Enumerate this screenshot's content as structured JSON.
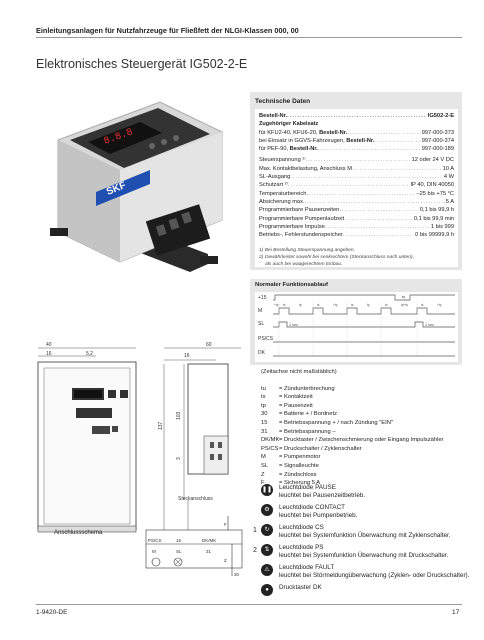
{
  "header": {
    "text": "Einleitungsanlagen für Nutzfahrzeuge für Fließfett der NLGI-Klassen 000, 00"
  },
  "title": "Elektronisches Steuergerät IG502-2-E",
  "photo": {
    "display": "8.8.8",
    "brand": "SKF"
  },
  "tech": {
    "heading": "Technische Daten",
    "order_label": "Bestell-Nr.",
    "order_value": "IG502-2-E",
    "cable_heading": "Zugehöriger Kabelsatz",
    "cables": [
      {
        "label": "für KFU2-40, KFU6-20, ",
        "bold": "Bestell-Nr.",
        "value": "997-000-373"
      },
      {
        "label": "bei Einsatz in GGVS-Fahrzeugen, ",
        "bold": "Bestell-Nr.",
        "value": "997-000-374"
      },
      {
        "label": "für PEF-90, ",
        "bold": "Bestell-Nr.",
        "value": "997-000-189"
      }
    ],
    "specs": [
      {
        "k": "Steuerspannung ¹⁾",
        "v": "12 oder 24 V DC"
      },
      {
        "k": "Max. Kontaktbelastung, Anschluss M",
        "v": "10 A"
      },
      {
        "k": "SL-Ausgang",
        "v": "4 W"
      },
      {
        "k": "Schutzart ²⁾",
        "v": "IP 40, DIN 40050"
      },
      {
        "k": "Temperaturbereich",
        "v": "–25 bis +75 °C"
      },
      {
        "k": "Absicherung max.",
        "v": "5 A"
      },
      {
        "k": "Programmierbare Pausenzeiten",
        "v": "0,1 bis 99,9 h"
      },
      {
        "k": "Programmierbare Pumpenlaufzeit",
        "v": "0,1 bis 99,9 min"
      },
      {
        "k": "Programmierbare Impulse",
        "v": "1 bis 999"
      },
      {
        "k": "Betriebs-, Fehlerstundenspeicher",
        "v": "0 bis 99999,9 h"
      }
    ],
    "fn1": "1) Bei Bestellung Steuerspannung angeben.",
    "fn2a": "2) Gewährleistet sowohl bei senkrechtem (Steckanschluss nach unten),",
    "fn2b": "als auch bei waagerechtem Einbau."
  },
  "func": {
    "heading": "Normaler Funktionsablauf",
    "signals": [
      "+15",
      "M",
      "SL",
      "PS/CS",
      "DK"
    ],
    "top_label": "tu",
    "m_labels": [
      "+tp",
      "ts",
      "tp",
      "ts",
      "+tp",
      "ts",
      "tp",
      "ts",
      "tp+ts",
      "ts",
      "+tp"
    ],
    "sl_left": "1 sec.",
    "sl_right": "1 sec."
  },
  "drawing": {
    "dims": [
      "40",
      "16",
      "5,2",
      "60",
      "16",
      "137",
      "103",
      "3",
      "Steckanschluss"
    ],
    "scheme_label": "Anschlussschema",
    "term_row1": [
      "PS/CS",
      "15",
      "DK/MK"
    ],
    "term_row2": [
      "M",
      "SL",
      "31"
    ],
    "term_extra": [
      "F",
      "Z",
      "30"
    ]
  },
  "note": "(Zeitachse nicht maßstäblich)",
  "legend": [
    {
      "k": "tu",
      "v": "= Zündunterbrechung"
    },
    {
      "k": "ts",
      "v": "= Kontaktzeit"
    },
    {
      "k": "tp",
      "v": "= Pausenzeit"
    },
    {
      "k": "30",
      "v": "= Batterie + / Bordnetz"
    },
    {
      "k": "15",
      "v": "= Betriebsspannung + / nach Zündung \"EIN\""
    },
    {
      "k": "31",
      "v": "= Betriebsspannung –"
    },
    {
      "k": "DK/MK",
      "v": "= Drucktaster / Zwischenschmierung oder Eingang Impulszähler"
    },
    {
      "k": "PS/CS",
      "v": "= Druckschalter / Zyklenschalter"
    },
    {
      "k": "M",
      "v": "= Pumpenmotor"
    },
    {
      "k": "SL",
      "v": "= Signalleuchte"
    },
    {
      "k": "Z",
      "v": "= Zündschloss"
    },
    {
      "k": "F",
      "v": "= Sicherung 5 A"
    }
  ],
  "leds": [
    {
      "num": "",
      "t1": "Leuchtdiode PAUSE",
      "t2": "leuchtet bei Pausenzeitbetrieb."
    },
    {
      "num": "",
      "t1": "Leuchtdiode CONTACT",
      "t2": "leuchtet bei Pumpenbetrieb."
    },
    {
      "num": "1",
      "t1": "Leuchtdiode CS",
      "t2": "leuchtet bei Systemfunktion Überwachung mit Zyklenschalter."
    },
    {
      "num": "2",
      "t1": "Leuchtdiode PS",
      "t2": "leuchtet bei Systemfunktion Überwachung mit Druckschalter."
    },
    {
      "num": "",
      "t1": "Leuchtdiode FAULT",
      "t2": "leuchtet bei Störmeldungüberwachung (Zyklen- oder Druckschalter)."
    },
    {
      "num": "",
      "t1": "Drucktaster DK",
      "t2": ""
    }
  ],
  "footer": {
    "left": "1-9420-DE",
    "right": "17"
  }
}
